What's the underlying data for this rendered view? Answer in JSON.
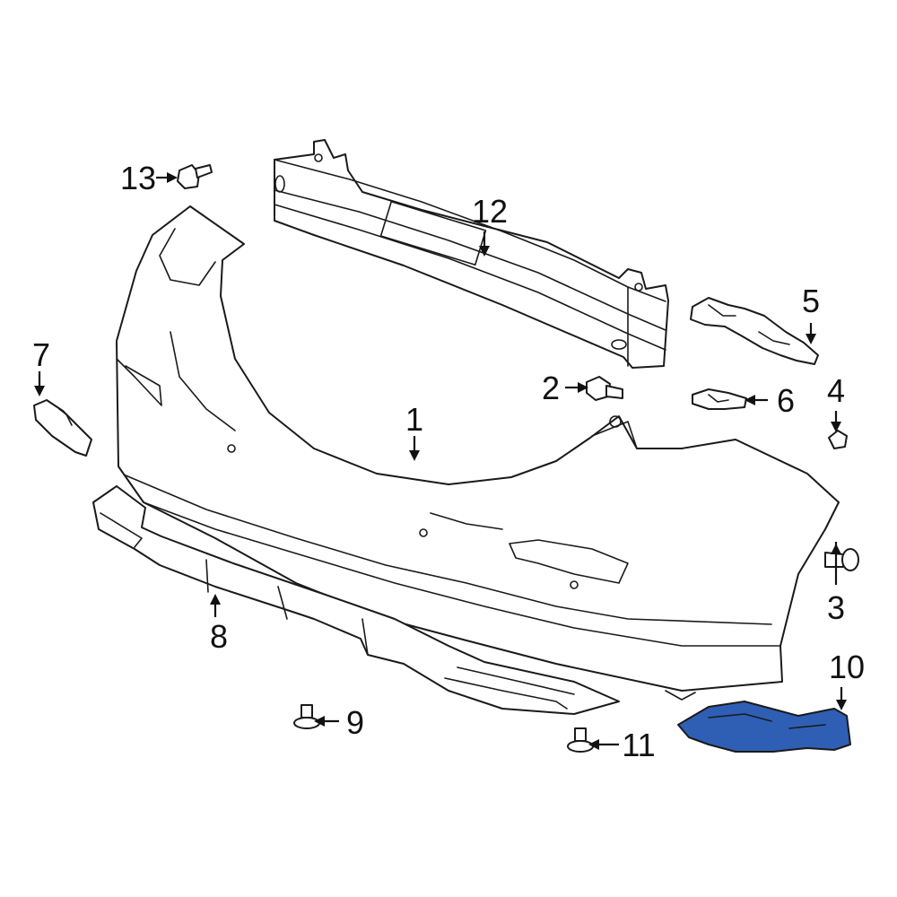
{
  "callouts": {
    "c1": "1",
    "c2": "2",
    "c3": "3",
    "c4": "4",
    "c5": "5",
    "c6": "6",
    "c7": "7",
    "c8": "8",
    "c9": "9",
    "c10": "10",
    "c11": "11",
    "c12": "12",
    "c13": "13"
  },
  "colors": {
    "highlight": "#2f5fb5",
    "line": "#1a1a1a",
    "background": "#ffffff"
  }
}
